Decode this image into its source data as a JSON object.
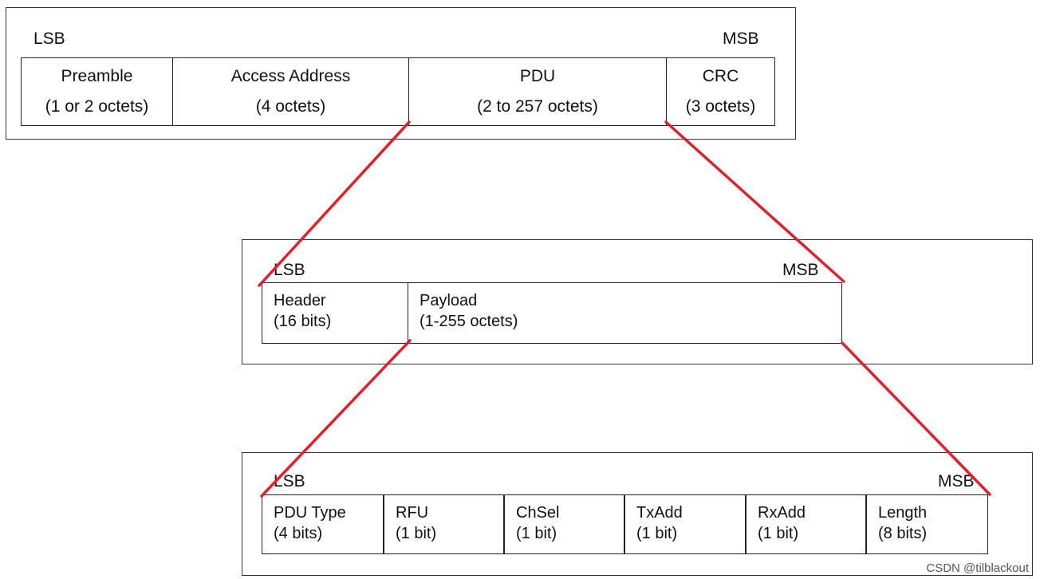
{
  "top": {
    "lsb": "LSB",
    "msb": "MSB",
    "fields": [
      {
        "name": "Preamble",
        "size": "(1 or 2 octets)"
      },
      {
        "name": "Access Address",
        "size": "(4 octets)"
      },
      {
        "name": "PDU",
        "size": "(2 to 257 octets)"
      },
      {
        "name": "CRC",
        "size": "(3 octets)"
      }
    ]
  },
  "pdu": {
    "lsb": "LSB",
    "msb": "MSB",
    "fields": [
      {
        "name": "Header",
        "size": "(16 bits)"
      },
      {
        "name": "Payload",
        "size": "(1-255 octets)"
      }
    ]
  },
  "header": {
    "lsb": "LSB",
    "msb": "MSB",
    "fields": [
      {
        "name": "PDU Type",
        "size": "(4 bits)"
      },
      {
        "name": "RFU",
        "size": "(1 bit)"
      },
      {
        "name": "ChSel",
        "size": "(1 bit)"
      },
      {
        "name": "TxAdd",
        "size": "(1 bit)"
      },
      {
        "name": "RxAdd",
        "size": "(1 bit)"
      },
      {
        "name": "Length",
        "size": "(8 bits)"
      }
    ]
  },
  "connector_color": "#e0202c",
  "watermark": "CSDN @tilblackout"
}
